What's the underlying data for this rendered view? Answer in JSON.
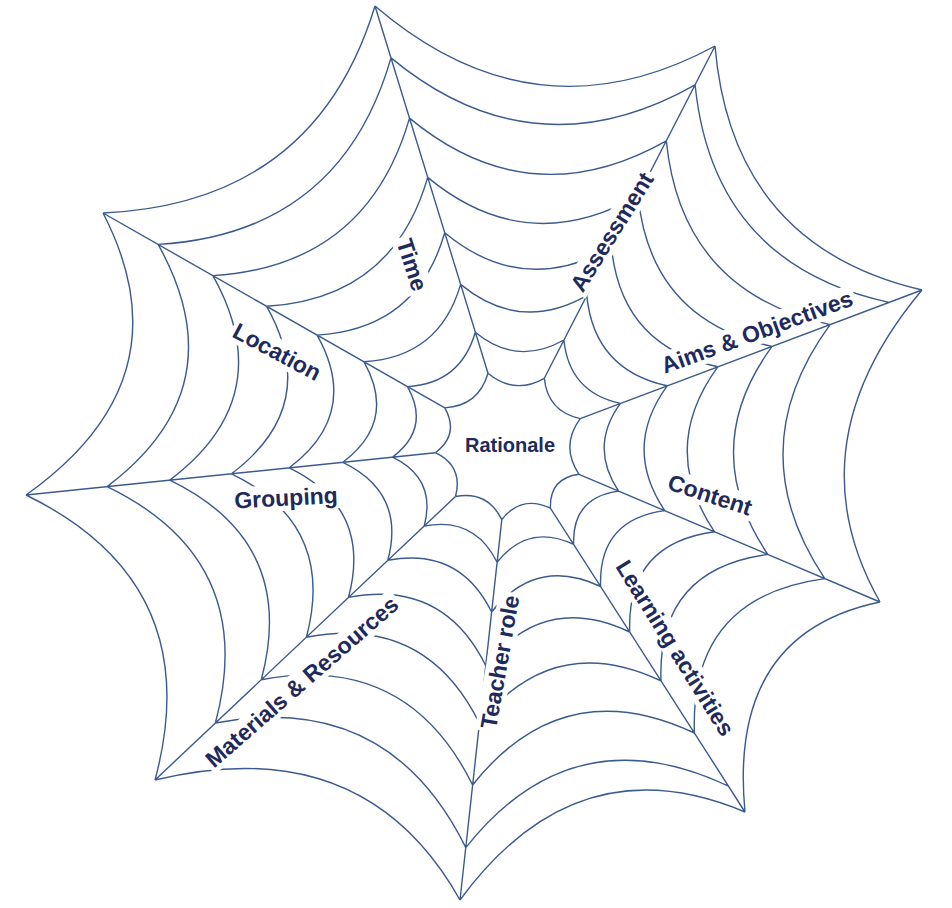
{
  "diagram": {
    "nodes": [
      {
        "text": [
          "Rationale"
        ]
      }
    ],
    "labels": [
      "Time",
      "Assessment",
      "Location",
      "Aims & Objectives",
      "Grouping",
      "Content",
      "Materials & Resources",
      "Teacher role",
      "Learning activities"
    ]
  }
}
